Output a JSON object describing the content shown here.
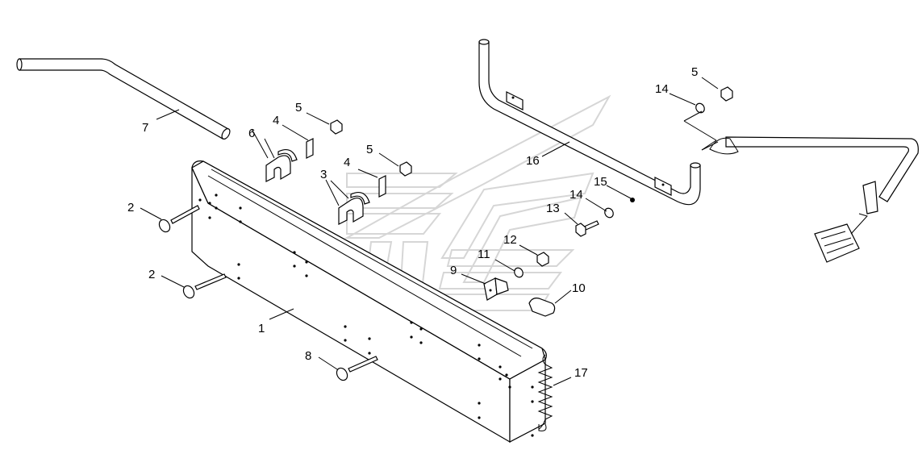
{
  "diagram": {
    "callouts": [
      {
        "id": "c1",
        "text": "1"
      },
      {
        "id": "c2a",
        "text": "2"
      },
      {
        "id": "c2b",
        "text": "2"
      },
      {
        "id": "c3",
        "text": "3"
      },
      {
        "id": "c4a",
        "text": "4"
      },
      {
        "id": "c4b",
        "text": "4"
      },
      {
        "id": "c5a",
        "text": "5"
      },
      {
        "id": "c5b",
        "text": "5"
      },
      {
        "id": "c5c",
        "text": "5"
      },
      {
        "id": "c6",
        "text": "6"
      },
      {
        "id": "c7",
        "text": "7"
      },
      {
        "id": "c8",
        "text": "8"
      },
      {
        "id": "c9",
        "text": "9"
      },
      {
        "id": "c10",
        "text": "10"
      },
      {
        "id": "c11",
        "text": "11"
      },
      {
        "id": "c12",
        "text": "12"
      },
      {
        "id": "c13",
        "text": "13"
      },
      {
        "id": "c14a",
        "text": "14"
      },
      {
        "id": "c14b",
        "text": "14"
      },
      {
        "id": "c15",
        "text": "15"
      },
      {
        "id": "c16",
        "text": "16"
      },
      {
        "id": "c17",
        "text": "17"
      }
    ]
  }
}
